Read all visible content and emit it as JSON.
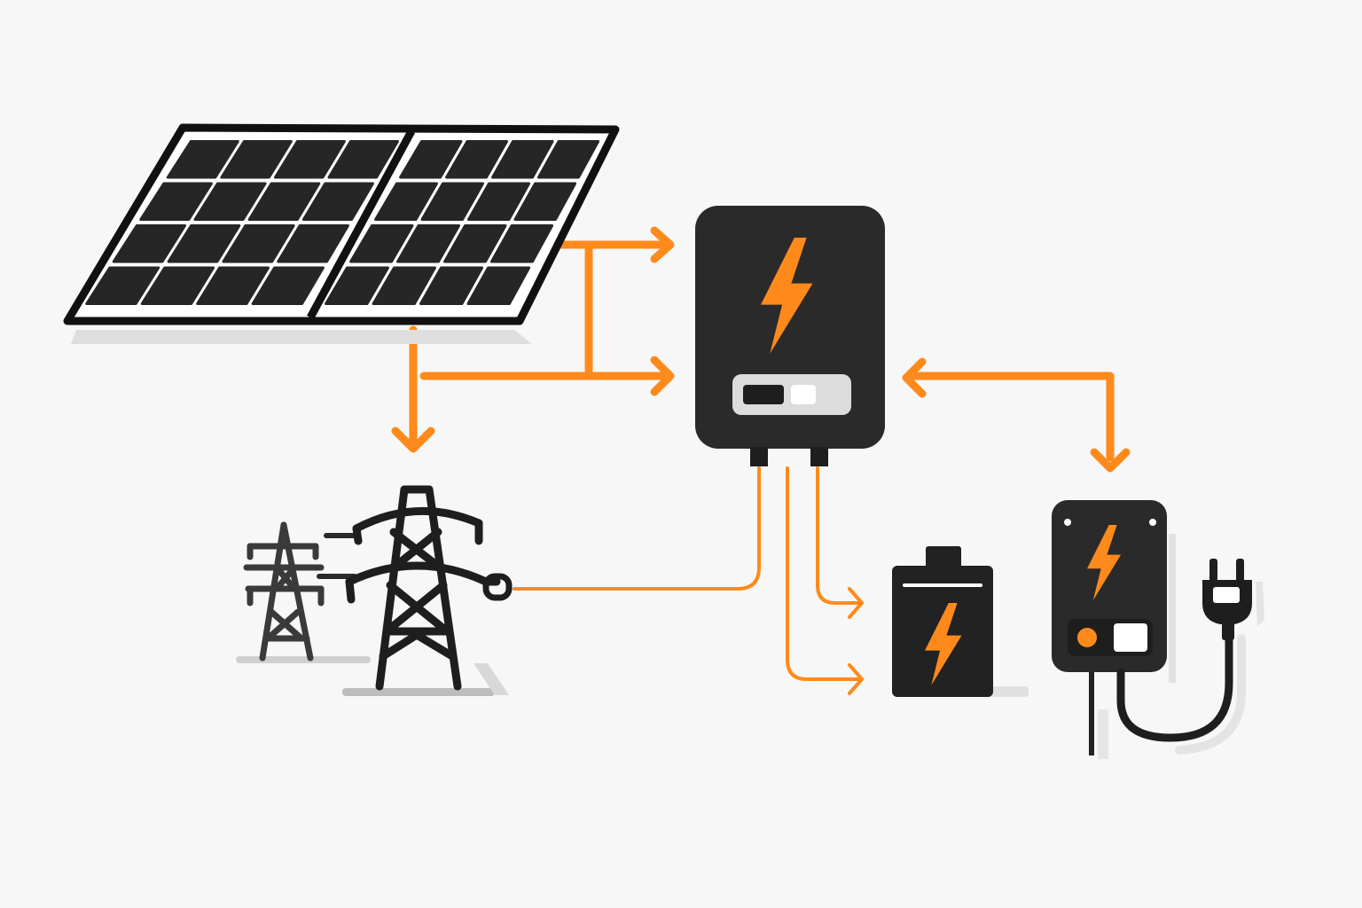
{
  "diagram": {
    "nodes": [
      {
        "id": "solar-panel",
        "icon": "solar-panel-icon"
      },
      {
        "id": "inverter",
        "icon": "inverter-icon",
        "symbol": "lightning-bolt-icon"
      },
      {
        "id": "power-grid",
        "icon": "transmission-tower-icon"
      },
      {
        "id": "battery",
        "icon": "battery-icon",
        "symbol": "lightning-bolt-icon"
      },
      {
        "id": "ev-charger",
        "icon": "ev-charger-icon",
        "symbol": "lightning-bolt-icon"
      }
    ],
    "connections": [
      {
        "from": "solar-panel",
        "to": "inverter",
        "direction": "one-way"
      },
      {
        "from": "solar-panel",
        "to": "power-grid",
        "direction": "one-way"
      },
      {
        "from": "inverter",
        "to": "ev-charger",
        "direction": "two-way"
      },
      {
        "from": "inverter",
        "to": "battery",
        "direction": "one-way"
      },
      {
        "from": "power-grid",
        "to": "inverter",
        "direction": "line"
      }
    ]
  },
  "colors": {
    "background": "#f7f7f7",
    "accent": "#ff8a1c",
    "device": "#2a2a2a",
    "outline": "#111111",
    "shadow": "#d6d6d6"
  }
}
